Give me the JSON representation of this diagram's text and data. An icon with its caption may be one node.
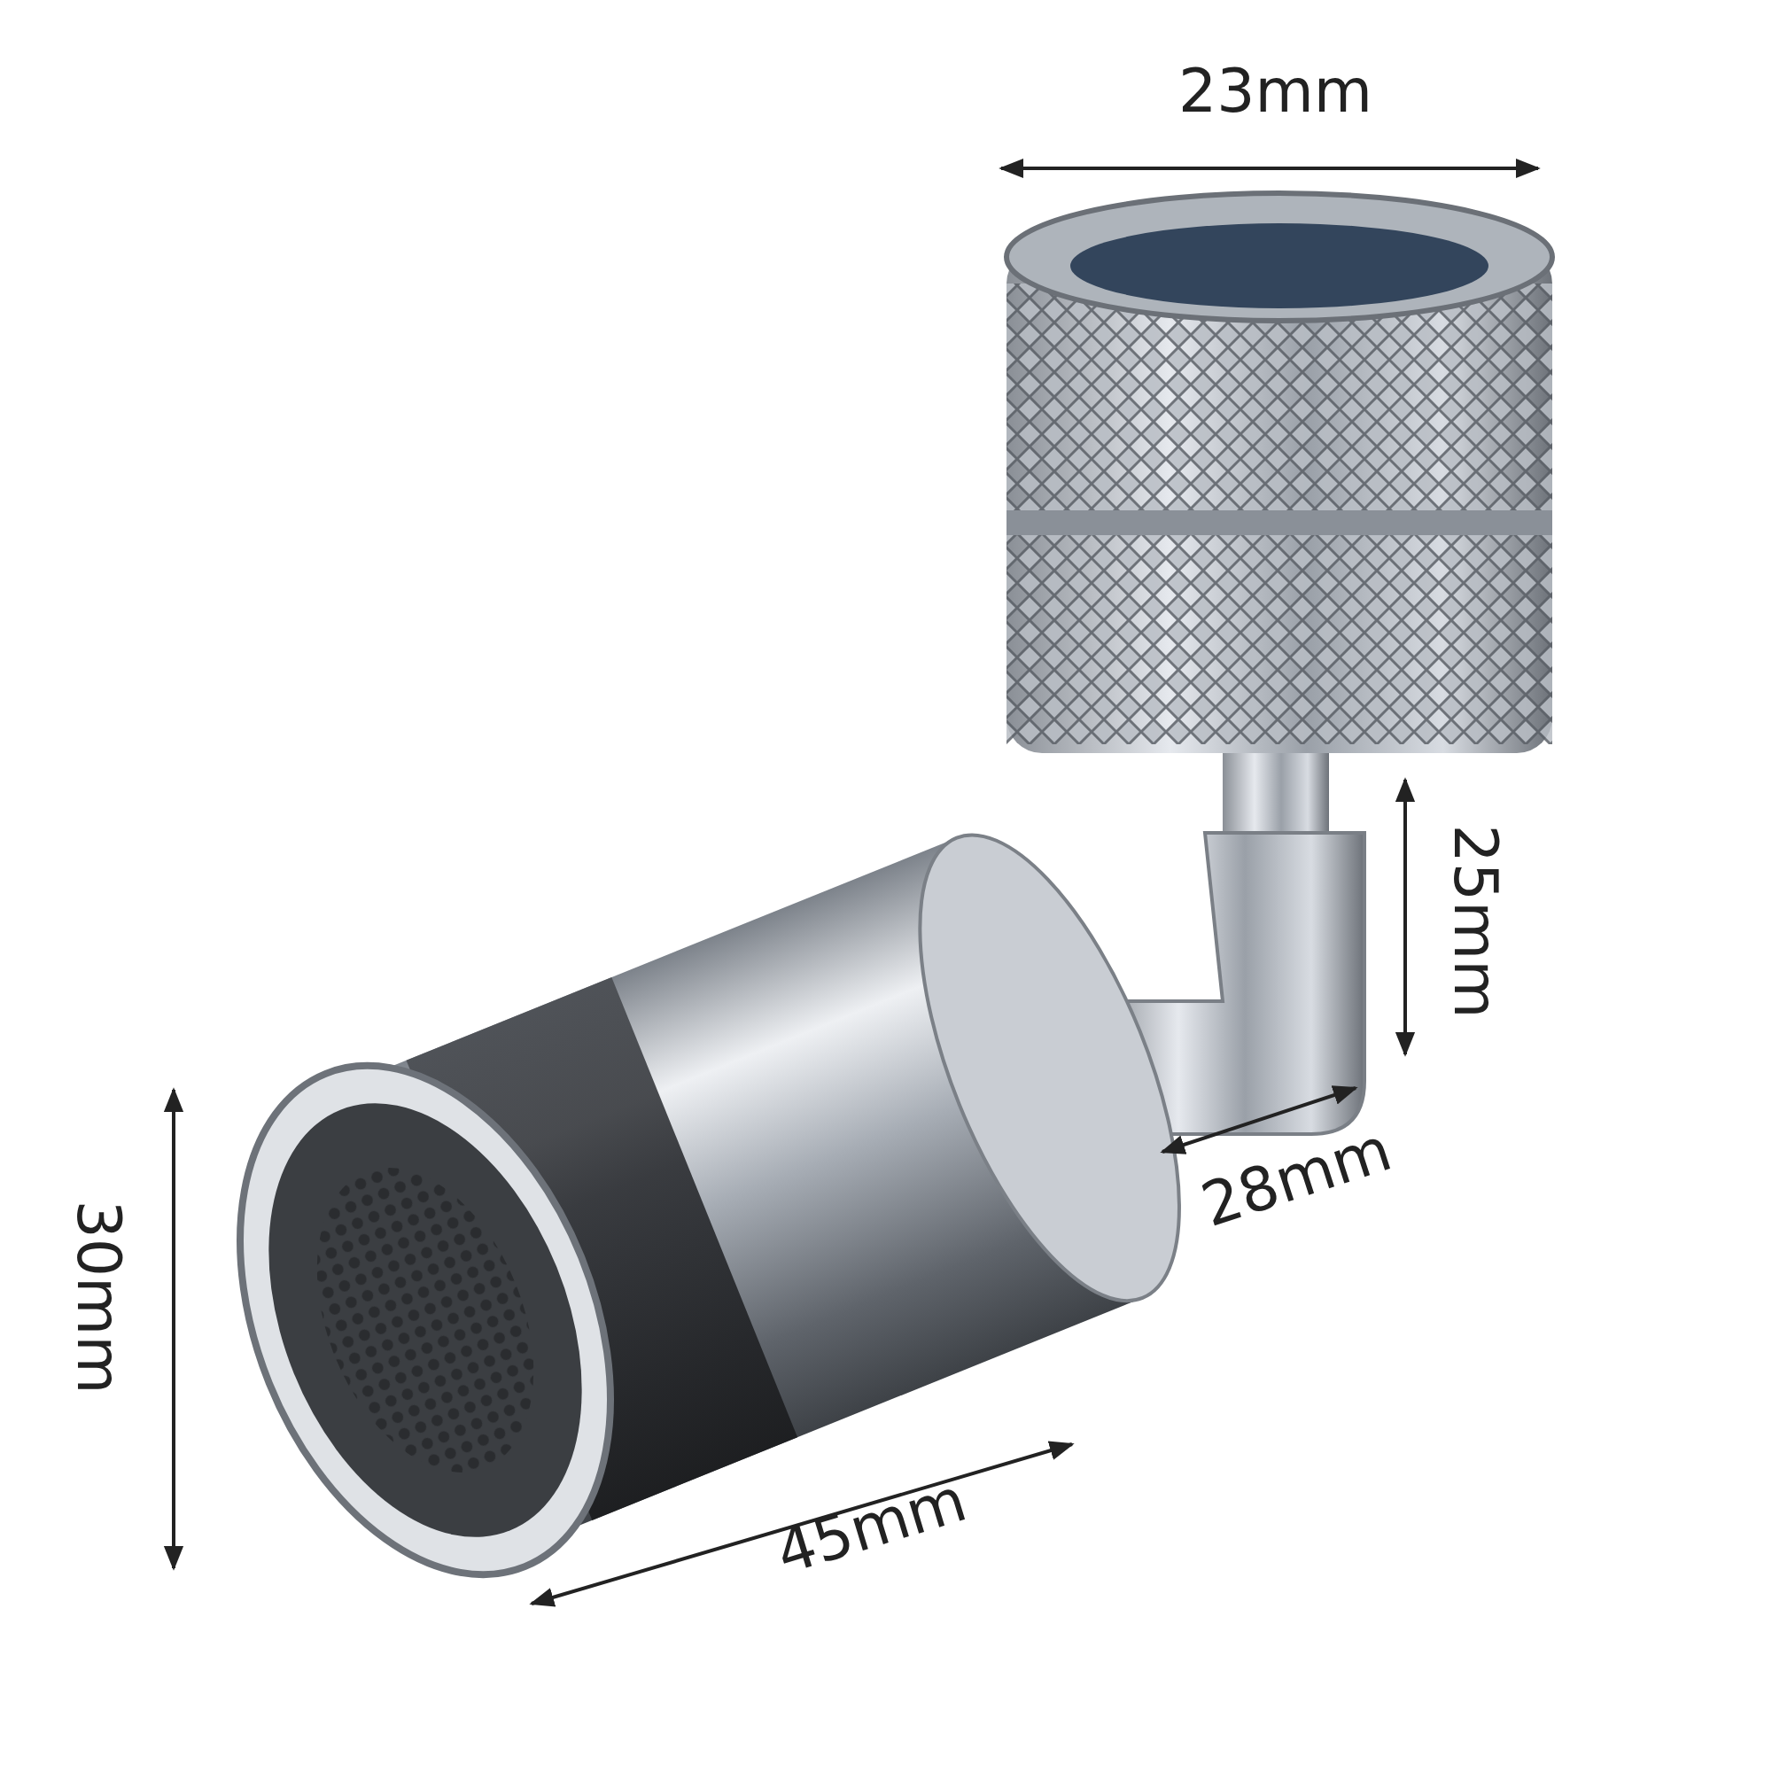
{
  "diagram": {
    "labels": [
      "23mm",
      "25mm",
      "28mm",
      "30mm",
      "45mm"
    ]
  }
}
